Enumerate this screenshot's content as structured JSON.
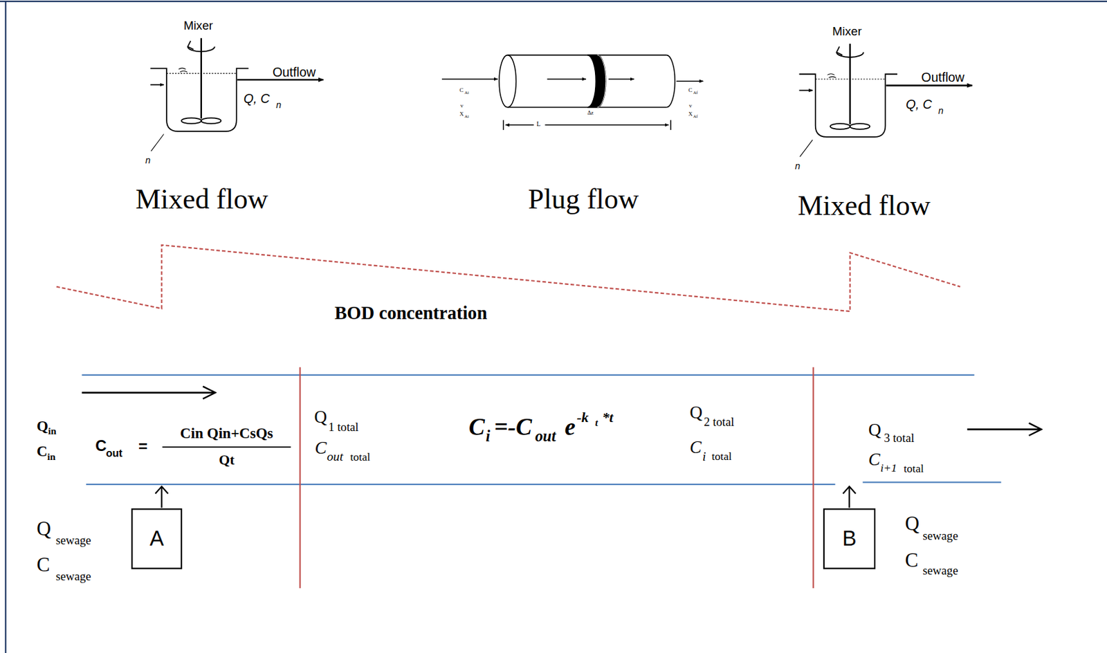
{
  "diagram": {
    "nodes": [
      {
        "text": [
          "A"
        ]
      },
      {
        "text": [
          "B"
        ]
      }
    ],
    "labels": [
      "Mixer",
      "Outflow",
      "Q, C",
      "n",
      "n",
      "Mixed flow",
      "C",
      "Ai",
      "v",
      "X",
      "Ai",
      "L",
      "Δz",
      "C",
      "Af",
      "v",
      "X",
      "Af",
      "Plug flow",
      "Mixer",
      "Outflow",
      "Q, C",
      "n",
      "n",
      "Mixed flow",
      "BOD concentration",
      "Q",
      "in",
      "C",
      "in",
      "C",
      "out",
      "=",
      "Cin Qin+CsQs",
      "Qt",
      "Q",
      "1 total",
      "C",
      "out",
      "total",
      "C",
      "i",
      "=-C",
      "out",
      "e",
      "-k",
      "t",
      "*t",
      "Q",
      "2 total",
      "C",
      "i",
      "total",
      "Q",
      "3 total",
      "C",
      "i+1",
      "total",
      "Q",
      "sewage",
      "C",
      "sewage",
      "Q",
      "sewage",
      "C",
      "sewage"
    ]
  }
}
